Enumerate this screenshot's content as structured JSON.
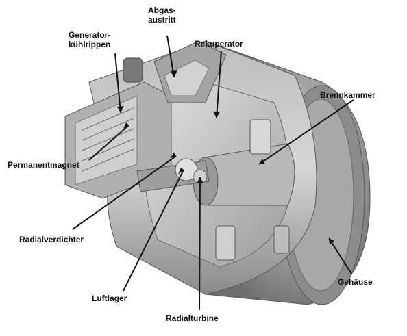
{
  "labels": {
    "abgas_line1": "Abgas-",
    "abgas_line2": "austritt",
    "generator_line1": "Generator-",
    "generator_line2": "kühlrippen",
    "rekuperator": "Rekuperator",
    "brennkammer": "Brennkammer",
    "permanentmagnet": "Permanentmagnet",
    "radialverdichter": "Radialverdichter",
    "luftlager": "Luftlager",
    "gehaeuse": "Gehäuse",
    "radialturbine": "Radialturbine"
  }
}
